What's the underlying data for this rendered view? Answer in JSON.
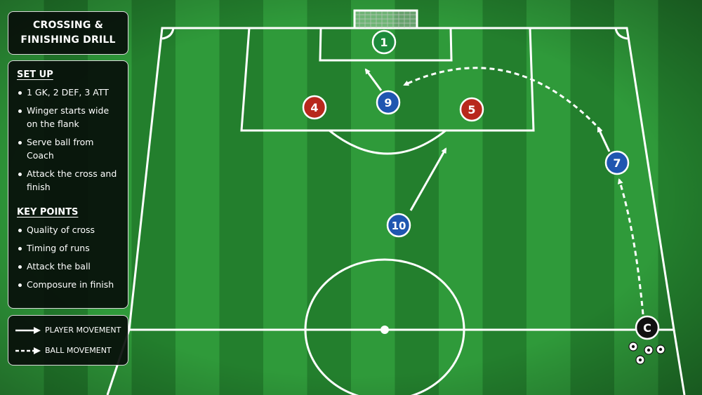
{
  "title": "CROSSING & FINISHING DRILL",
  "setup": {
    "heading": "SET UP",
    "items": [
      "1 GK, 2 DEF, 3 ATT",
      "Winger starts wide on the flank",
      "Serve ball from Coach",
      "Attack the cross and finish"
    ]
  },
  "key_points": {
    "heading": "KEY POINTS",
    "items": [
      "Quality of cross",
      "Timing of runs",
      "Attack the ball",
      "Composure in finish"
    ]
  },
  "legend": {
    "player_movement": "PLAYER MOVEMENT",
    "ball_movement": "BALL MOVEMENT"
  },
  "players": {
    "gk": {
      "label": "1",
      "role": "goalkeeper",
      "color": "#1d8a3c"
    },
    "def4": {
      "label": "4",
      "role": "defender",
      "color": "#b8281c"
    },
    "def5": {
      "label": "5",
      "role": "defender",
      "color": "#b8281c"
    },
    "att9": {
      "label": "9",
      "role": "attacker",
      "color": "#1f56b0"
    },
    "att7": {
      "label": "7",
      "role": "attacker",
      "color": "#1f56b0"
    },
    "att10": {
      "label": "10",
      "role": "attacker",
      "color": "#1f56b0"
    },
    "coach": {
      "label": "C",
      "role": "coach",
      "color": "#111111"
    }
  },
  "colors": {
    "grass_light": "#2f9a3a",
    "grass_dark": "#237f2d",
    "lines": "#ffffff"
  }
}
